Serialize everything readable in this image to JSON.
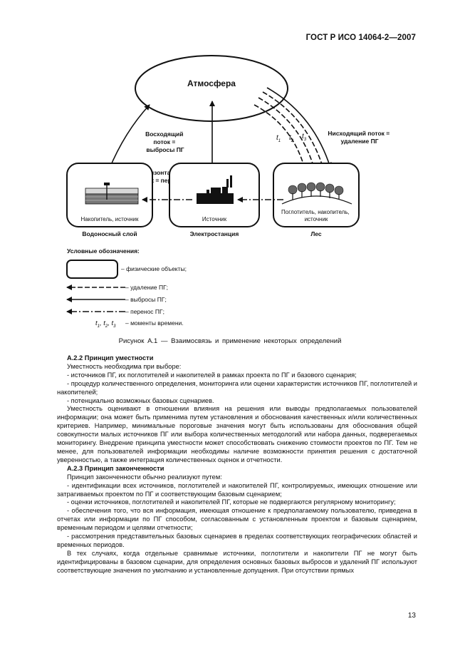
{
  "header": {
    "doc_id": "ГОСТ Р ИСО 14064-2—2007"
  },
  "figure": {
    "atmosphere": "Атмосфера",
    "up_flow": [
      "Восходящий",
      "поток =",
      "выбросы ПГ"
    ],
    "down_flow": [
      "Нисходящий поток =",
      "удаление ПГ"
    ],
    "horiz_flow": [
      "Горизонтальный",
      "поток = перенос ПГ"
    ],
    "time_labels": [
      "t",
      "1",
      "t",
      "2",
      "t",
      "3"
    ],
    "box_left_label": "Накопитель, источник",
    "box_center_label": "Источник",
    "box_right_label": [
      "Поглотитель, накопитель,",
      "источник"
    ],
    "box_left_caption": "Водоносный слой",
    "box_center_caption": "Электростанция",
    "box_right_caption": "Лес",
    "legend_title": "Условные обозначения:",
    "legend_physical": "– физические объекты;",
    "legend_removal": "– удаление ПГ;",
    "legend_emission": "– выбросы ПГ;",
    "legend_transfer": "– перенос ПГ;",
    "legend_time_symbols": [
      "t",
      "1",
      ", ",
      "t",
      "2",
      ", ",
      "t",
      "3"
    ],
    "legend_time_text": "– моменты времени."
  },
  "caption": "Рисунок А.1 — Взаимосвязь и применение некоторых определений",
  "sections": [
    {
      "heading": "А.2.2 Принцип уместности",
      "paragraphs": [
        "Уместность необходима при выборе:",
        "- источников ПГ, их поглотителей и накопителей в рамках проекта по ПГ и базового сценария;",
        "- процедур количественного определения, мониторинга или оценки характеристик источников ПГ, поглотителей и накопителей;",
        "- потенциально возможных базовых сценариев.",
        "Уместность оценивают в отношении влияния на решения или выводы предполагаемых пользователей информации; она может быть применима путем установления и обоснования качественных и/или количественных критериев. Например, минимальные пороговые значения могут быть использованы для обоснования общей совокупности малых источников ПГ или выбора количественных методологий или набора данных, подверегаемых мониторингу. Внедрение принципа уместности может способствовать снижению стоимости проектов по ПГ. Тем не менее, для пользователей информации необходимы наличие возможности принятия решения с достаточной уверенностью, а также интеграция количественных оценок и отчетности."
      ]
    },
    {
      "heading": "А.2.3 Принцип законченности",
      "paragraphs": [
        "Принцип законченности обычно реализуют путем:",
        "- идентификации всех источников, поглотителей и накопителей ПГ, контролируемых, имеющих отношение или затрагиваемых проектом по ПГ и соответствующим базовым сценарием;",
        "- оценки источников, поглотителей и накопителей ПГ, которые не подвергаются регулярному мониторингу;",
        "- обеспечения того, что вся информация, имеющая отношение к предполагаемому пользователю, приведена в отчетах или информации по ПГ способом, согласованным с установленным проектом и базовым сценарием, временным периодом и целями отчетности;",
        "- рассмотрения представительных базовых сценариев в пределах соответствующих географических областей и временных периодов.",
        "В тех случаях, когда отдельные сравнимые источники, поглотители и накопители ПГ не могут быть идентифицированы в базовом сценарии, для определения основных базовых выбросов и удалений ПГ используют соответствующие значения по умолчанию и установленные допущения. При отсутствии прямых"
      ]
    }
  ],
  "page_number": "13"
}
